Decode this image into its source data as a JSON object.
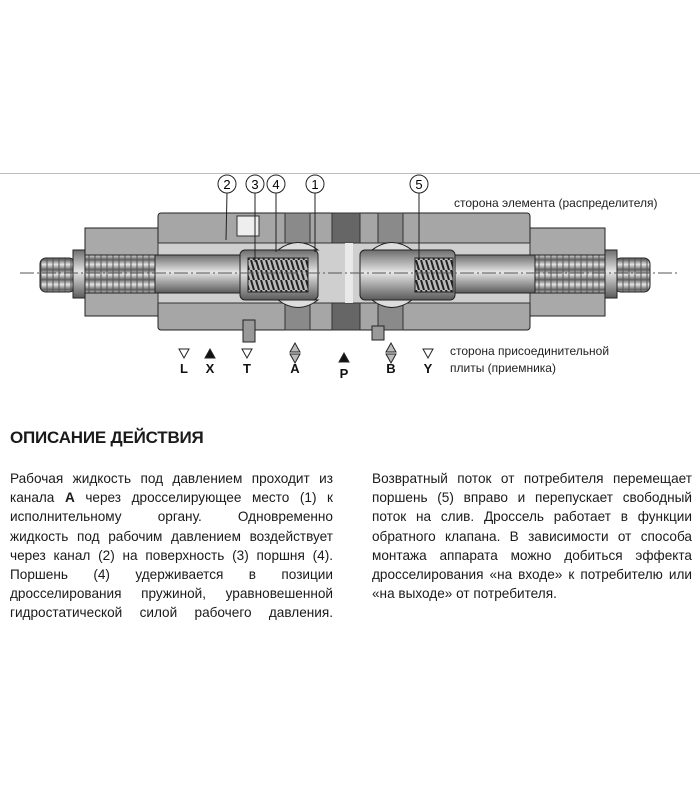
{
  "diagram": {
    "callouts": [
      "2",
      "3",
      "4",
      "1",
      "5"
    ],
    "ports": [
      "L",
      "X",
      "T",
      "A",
      "P",
      "B",
      "Y"
    ],
    "label_top": "сторона элемента (распределителя)",
    "label_bottom_1": "сторона присоединительной",
    "label_bottom_2": "плиты (приемника)"
  },
  "section": {
    "title": "ОПИСАНИЕ ДЕЙСТВИЯ",
    "left_lines": [
      "Рабочая жидкость под давлением проходит из",
      {
        "pre": "канала ",
        "bold": "A",
        "post": " через дросселирующее место (1) к"
      },
      "исполнительному органу. Одновременно",
      "жидкость под рабочим давлением воздействует",
      "через канал (2) на поверхность (3) поршня (4).",
      "Поршень (4) удерживается в позиции",
      "дросселирования пружиной, уравновешенной",
      "гидростатической силой рабочего давления."
    ],
    "right_lines": [
      "Возвратный поток от потребителя перемещает",
      "поршень (5) вправо и перепускает свободный",
      "поток на слив. Дроссель работает в функции",
      "обратного клапана. В зависимости от способа",
      "монтажа аппарата можно добиться эффекта",
      "дросселирования «на входе» к потребителю или",
      "«на выходе» от потребителя."
    ]
  }
}
